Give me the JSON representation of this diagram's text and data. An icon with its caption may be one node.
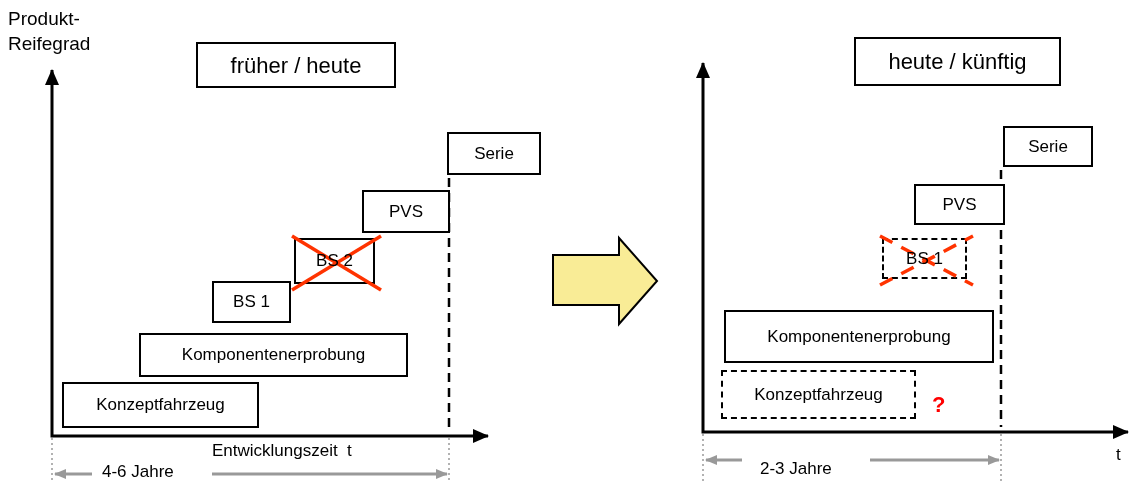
{
  "diagram": {
    "nodes": [
      {
        "text": [
          "früher / heute"
        ]
      },
      {
        "text": [
          "Serie"
        ]
      },
      {
        "text": [
          "PVS"
        ]
      },
      {
        "text": [
          "BS 2"
        ]
      },
      {
        "text": [
          "BS 1"
        ]
      },
      {
        "text": [
          "Komponentenerprobung"
        ]
      },
      {
        "text": [
          "Konzeptfahrzeug"
        ]
      },
      {
        "text": [
          "heute / künftig"
        ]
      },
      {
        "text": [
          "Serie"
        ]
      },
      {
        "text": [
          "PVS"
        ]
      },
      {
        "text": [
          "BS 1"
        ]
      },
      {
        "text": [
          "Komponentenerprobung"
        ]
      },
      {
        "text": [
          "Konzeptfahrzeug"
        ]
      }
    ],
    "edges": [],
    "labels": [
      "Produkt-Reifegrad",
      "Entwicklungszeit  t",
      "4-6 Jahre",
      "?",
      "2-3 Jahre",
      "t"
    ]
  }
}
